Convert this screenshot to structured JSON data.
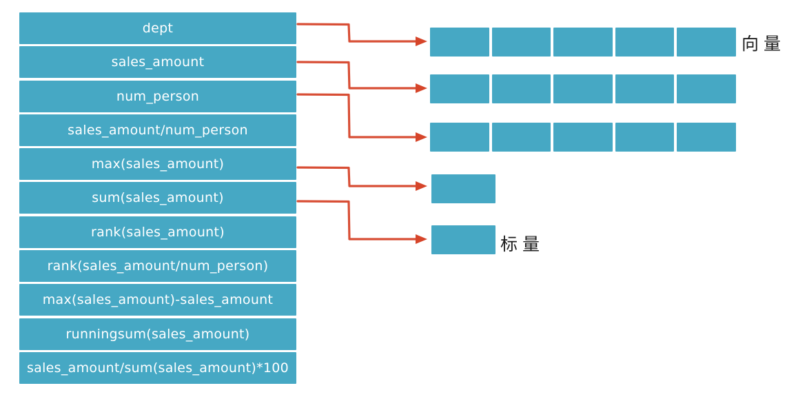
{
  "labels": {
    "vector": "向量",
    "scalar": "标量"
  },
  "expressions": [
    "dept",
    "sales_amount",
    "num_person",
    "sales_amount/num_person",
    "max(sales_amount)",
    "sum(sales_amount)",
    "rank(sales_amount)",
    "rank(sales_amount/num_person)",
    "max(sales_amount)-sales_amount",
    "runningsum(sales_amount)",
    "sales_amount/sum(sales_amount)*100"
  ],
  "vector_rows": [
    {
      "name": "vector-row-1",
      "cells": 5,
      "source": "dept"
    },
    {
      "name": "vector-row-2",
      "cells": 5,
      "source": "sales_amount"
    },
    {
      "name": "vector-row-3",
      "cells": 5,
      "source": "num_person"
    }
  ],
  "scalar_boxes": [
    {
      "name": "scalar-box-1",
      "source": "max(sales_amount)"
    },
    {
      "name": "scalar-box-2",
      "source": "sum(sales_amount)"
    }
  ],
  "arrows": [
    {
      "from": "dept",
      "to": "vector-row-1"
    },
    {
      "from": "sales_amount",
      "to": "vector-row-2"
    },
    {
      "from": "num_person",
      "to": "vector-row-3"
    },
    {
      "from": "max(sales_amount)",
      "to": "scalar-box-1"
    },
    {
      "from": "sum(sales_amount)",
      "to": "scalar-box-2"
    }
  ],
  "colors": {
    "box": "#46a8c4",
    "arrow": "#d6452a",
    "box_text": "#ffffff",
    "label_text": "#1c1c1c",
    "background": "#ffffff"
  }
}
